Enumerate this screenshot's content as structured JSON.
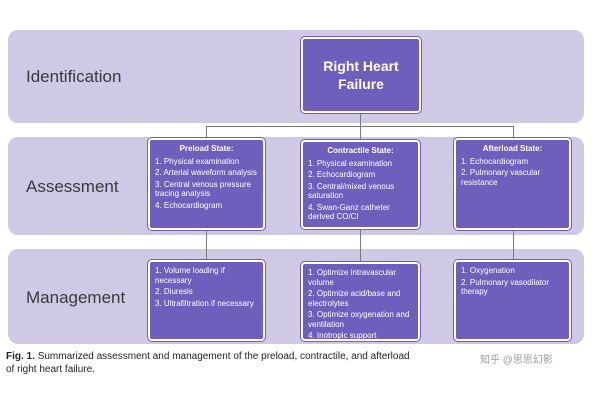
{
  "bands": {
    "identification": "Identification",
    "assessment": "Assessment",
    "management": "Management"
  },
  "root": {
    "title": "Right Heart Failure"
  },
  "assessment": {
    "preload": {
      "title": "Preload State:",
      "items": [
        "1. Physical examination",
        "2. Arterial waveform analysis",
        "3. Central venous pressure tracing analysis",
        "4. Echocardiogram"
      ]
    },
    "contractile": {
      "title": "Contractile State:",
      "items": [
        "1. Physical examination",
        "2. Echocardiogram",
        "3. Central/mixed venous saturation",
        "4. Swan-Ganz catheter derived CO/CI"
      ]
    },
    "afterload": {
      "title": "Afterload State:",
      "items": [
        "1. Echocardiogram",
        "2. Pulmonary vascular resistance"
      ]
    }
  },
  "management": {
    "preload": {
      "items": [
        "1. Volume loading if necessary",
        "2. Diuresis",
        "3. Ultrafiltration if necessary"
      ]
    },
    "contractile": {
      "items": [
        "1. Optimize intravascular volume",
        "2. Optimize acid/base and electrolytes",
        "3. Optimize oxygenation and ventilation",
        "4. Inotropic support"
      ]
    },
    "afterload": {
      "items": [
        "1. Oxygenation",
        "2. Pulmonary vasodilator therapy"
      ]
    }
  },
  "caption": {
    "label": "Fig. 1.",
    "text": "Summarized assessment and management of the preload, contractile, and afterload",
    "text2": "of right heart failure."
  },
  "watermark": "知乎 @思思幻影"
}
